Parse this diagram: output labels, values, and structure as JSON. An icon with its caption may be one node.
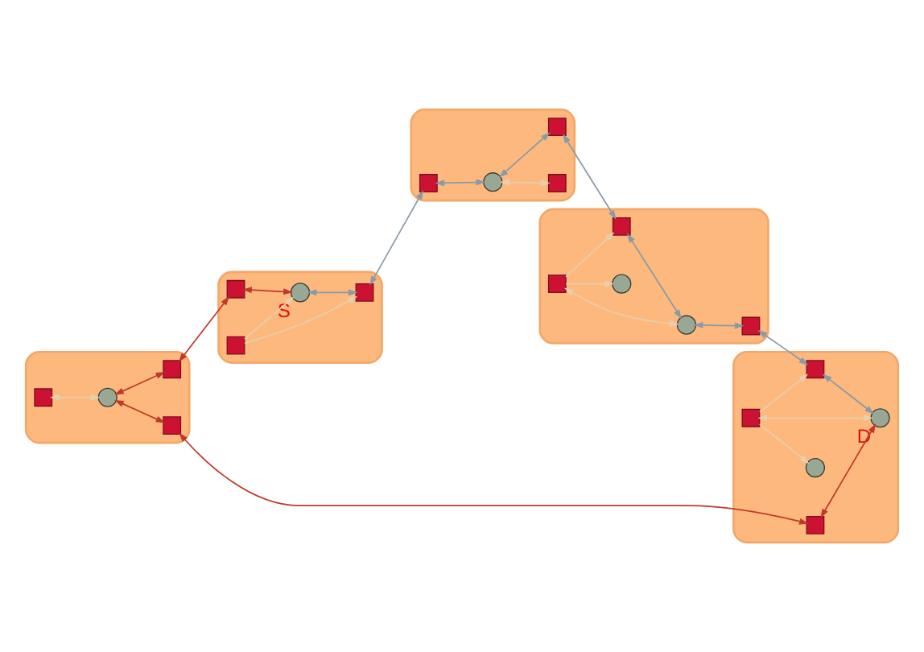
{
  "diagram": {
    "nodes": [
      {
        "text": [],
        "shape": "cloud"
      },
      {
        "text": [],
        "shape": "cloud"
      },
      {
        "text": [],
        "shape": "cloud"
      },
      {
        "text": [],
        "shape": "cloud"
      },
      {
        "text": [],
        "shape": "cloud"
      },
      {
        "text": [],
        "shape": "box",
        "in": 0
      },
      {
        "text": [],
        "shape": "circle",
        "in": 0
      },
      {
        "text": [],
        "shape": "box",
        "in": 0
      },
      {
        "text": [],
        "shape": "box",
        "in": 0
      },
      {
        "text": [],
        "shape": "box",
        "in": 1
      },
      {
        "text": [],
        "shape": "circle",
        "in": 1,
        "beside": [
          "S"
        ]
      },
      {
        "text": [],
        "shape": "box",
        "in": 1
      },
      {
        "text": [],
        "shape": "box",
        "in": 1
      },
      {
        "text": [],
        "shape": "box",
        "in": 2
      },
      {
        "text": [],
        "shape": "circle",
        "in": 2
      },
      {
        "text": [],
        "shape": "box",
        "in": 2
      },
      {
        "text": [],
        "shape": "box",
        "in": 2
      },
      {
        "text": [],
        "shape": "box",
        "in": 3
      },
      {
        "text": [],
        "shape": "circle",
        "in": 3,
        "beside": [
          "D"
        ]
      },
      {
        "text": [],
        "shape": "box",
        "in": 3
      },
      {
        "text": [],
        "shape": "box",
        "in": 3
      },
      {
        "text": [],
        "shape": "circle",
        "in": 3
      },
      {
        "text": [],
        "shape": "box",
        "in": 4
      },
      {
        "text": [],
        "shape": "circle",
        "in": 4
      },
      {
        "text": [],
        "shape": "box",
        "in": 4
      },
      {
        "text": [],
        "shape": "box",
        "in": 4
      },
      {
        "text": [],
        "shape": "circle",
        "in": 4
      }
    ],
    "edges": [
      {
        "from": 5,
        "to": 6,
        "arrow": "both",
        "color": "#e6cfb0"
      },
      {
        "from": 6,
        "to": 7,
        "arrow": "both",
        "color": "#c0392b"
      },
      {
        "from": 6,
        "to": 8,
        "arrow": "both",
        "color": "#c0392b"
      },
      {
        "from": 7,
        "to": 9,
        "arrow": "both",
        "color": "#c0392b"
      },
      {
        "from": 9,
        "to": 10,
        "arrow": "both",
        "color": "#c0392b"
      },
      {
        "from": 8,
        "to": 17,
        "arrow": "both",
        "color": "#c0392b"
      },
      {
        "from": 17,
        "to": 18,
        "arrow": "both",
        "color": "#c0392b"
      },
      {
        "from": 10,
        "to": 11,
        "arrow": "both",
        "color": "#8a9aa8"
      },
      {
        "from": 12,
        "to": 10,
        "arrow": "to",
        "color": "#e6cfb0"
      },
      {
        "from": 12,
        "to": 11,
        "arrow": "to",
        "color": "#e6cfb0"
      },
      {
        "from": 11,
        "to": 13,
        "arrow": "both",
        "color": "#8a9aa8"
      },
      {
        "from": 13,
        "to": 14,
        "arrow": "both",
        "color": "#8a9aa8"
      },
      {
        "from": 14,
        "to": 15,
        "arrow": "both",
        "color": "#e6cfb0"
      },
      {
        "from": 14,
        "to": 16,
        "arrow": "both",
        "color": "#8a9aa8"
      },
      {
        "from": 16,
        "to": 24,
        "arrow": "both",
        "color": "#8a9aa8"
      },
      {
        "from": 24,
        "to": 23,
        "arrow": "both",
        "color": "#8a9aa8"
      },
      {
        "from": 23,
        "to": 22,
        "arrow": "both",
        "color": "#8a9aa8"
      },
      {
        "from": 22,
        "to": 19,
        "arrow": "both",
        "color": "#8a9aa8"
      },
      {
        "from": 19,
        "to": 18,
        "arrow": "both",
        "color": "#8a9aa8"
      },
      {
        "from": 20,
        "to": 18,
        "arrow": "both",
        "color": "#e6cfb0"
      },
      {
        "from": 20,
        "to": 21,
        "arrow": "to",
        "color": "#e6cfb0"
      },
      {
        "from": 20,
        "to": 19,
        "arrow": "to",
        "color": "#e6cfb0"
      },
      {
        "from": 25,
        "to": 23,
        "arrow": "both",
        "color": "#e6cfb0"
      },
      {
        "from": 25,
        "to": 26,
        "arrow": "to",
        "color": "#e6cfb0"
      },
      {
        "from": 25,
        "to": 24,
        "arrow": "to",
        "color": "#e6cfb0"
      }
    ]
  }
}
